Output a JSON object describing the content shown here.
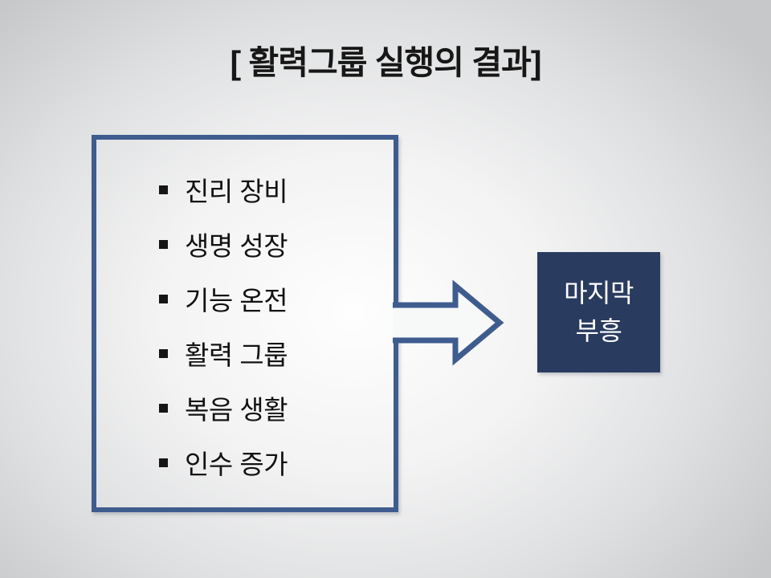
{
  "slide": {
    "title": "[ 활력그룹 실행의 결과]",
    "results_box": {
      "items": [
        "진리 장비",
        "생명 성장",
        "기능 온전",
        "활력 그룹",
        "복음 생활",
        "인수 증가"
      ]
    },
    "final_box": {
      "line1": "마지막",
      "line2": "부흥"
    },
    "icons": {
      "arrow": "right-block-arrow",
      "bullet": "square-bullet"
    },
    "colors": {
      "background_center": "#fefefe",
      "background_edge": "#c7c8c9",
      "accent_blue": "#3e5c8e",
      "navy_fill": "#2a3b60",
      "title_text": "#171717",
      "body_text": "#121212",
      "final_box_text": "#ffffff"
    }
  }
}
